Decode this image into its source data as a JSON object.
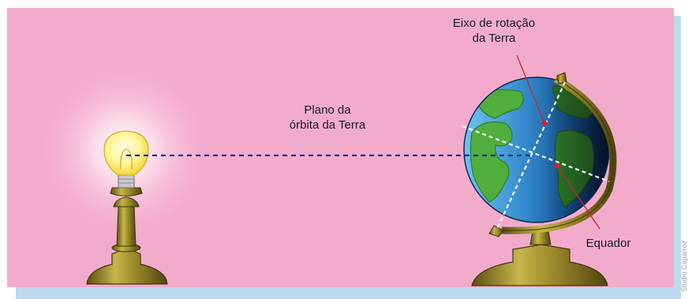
{
  "labels": {
    "axis_line1": "Eixo de rotação",
    "axis_line2": "da Terra",
    "orbit_line1": "Plano da",
    "orbit_line2": "órbita da Terra",
    "equator": "Equador"
  },
  "credit": "Studio Caparroz",
  "colors": {
    "background": "#f3abcc",
    "shadow_panel": "#bcd9ee",
    "orbit_line": "#1f2c8a",
    "pointer": "#d4202c",
    "brass": "#9a8a2a",
    "ocean": "#1b6fb8",
    "land": "#3a9a3a"
  },
  "icons": {
    "light_source": "lamp-icon",
    "earth": "globe-icon"
  }
}
